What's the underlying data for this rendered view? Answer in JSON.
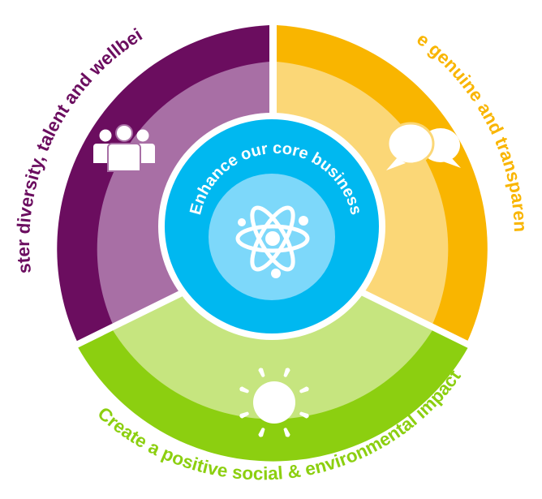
{
  "segments": {
    "diversity": {
      "label": "Foster diversity, talent and wellbeing",
      "outer_color": "#6b0d5f",
      "inner_color": "#a86fa5",
      "text_color": "#6b0d5f",
      "icon": "people-icon"
    },
    "genuine": {
      "label": "Be genuine and transparent",
      "outer_color": "#f9b500",
      "inner_color": "#fbd777",
      "text_color": "#f9b500",
      "icon": "speech-bubbles-icon"
    },
    "impact": {
      "label": "Create a positive social & environmental impact",
      "outer_color": "#8ccf10",
      "inner_color": "#c6e57f",
      "text_color": "#8ccf10",
      "icon": "sun-icon"
    }
  },
  "center": {
    "label": "Enhance our core business",
    "outer_color": "#00b8f0",
    "inner_color": "#7dd8fa",
    "text_color": "#ffffff",
    "icon": "atom-icon"
  }
}
